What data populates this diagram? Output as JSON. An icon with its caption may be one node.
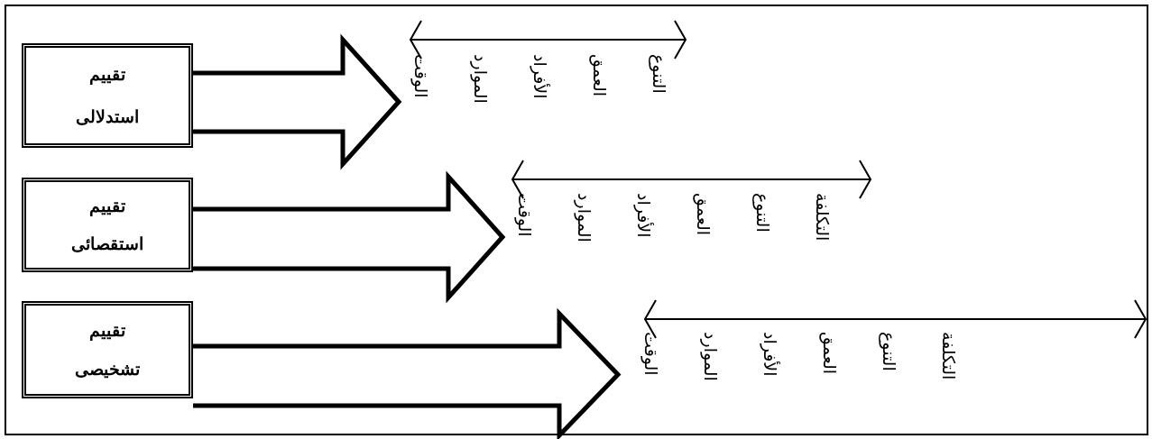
{
  "diagram": {
    "nodes": [
      {
        "text": [
          "تقييم",
          "استدلالى"
        ]
      },
      {
        "text": [
          "تقييم",
          "استقصائى"
        ]
      },
      {
        "text": [
          "تقييم",
          "تشخيصى"
        ]
      }
    ],
    "edges": [
      {
        "from": 0,
        "to": null,
        "arrow": "to",
        "style": "thick"
      },
      {
        "from": 1,
        "to": null,
        "arrow": "to",
        "style": "thick"
      },
      {
        "from": 2,
        "to": null,
        "arrow": "to",
        "style": "thick"
      }
    ],
    "labels": [
      "الوقت",
      "الموارد",
      "الأفراد",
      "العمق",
      "التنوع",
      "الوقت",
      "الموارد",
      "الأفراد",
      "العمق",
      "التنوع",
      "التكلفة",
      "الوقت",
      "الموارد",
      "الأفراد",
      "العمق",
      "التنوع",
      "التكلفة"
    ]
  }
}
